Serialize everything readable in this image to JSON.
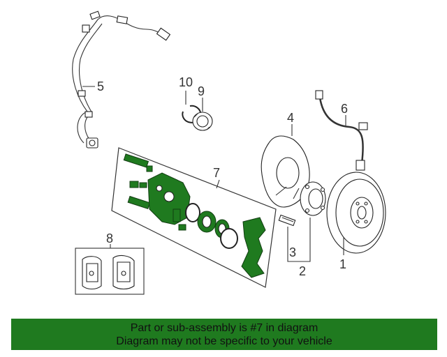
{
  "callouts": {
    "c1": "1",
    "c2": "2",
    "c3": "3",
    "c4": "4",
    "c5": "5",
    "c6": "6",
    "c7": "7",
    "c8": "8",
    "c9": "9",
    "c10": "10"
  },
  "banner": {
    "line1": "Part or sub-assembly is #7 in diagram",
    "line2": "Diagram may not be specific to your vehicle"
  },
  "colors": {
    "highlight": "#1f7a1f",
    "banner_background": "#1f7a1f"
  }
}
